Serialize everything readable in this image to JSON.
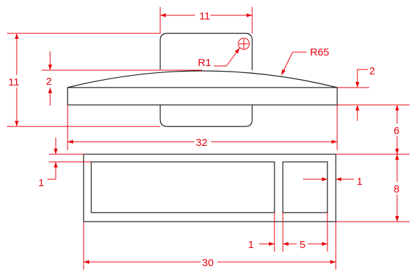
{
  "colors": {
    "dimension": "#e8000b",
    "outline": "#1a1a1a",
    "background": "#ffffff"
  },
  "labels": {
    "top_width": "11",
    "left_height": "11",
    "small_radius": "R1",
    "arc_radius": "R65",
    "crown_left": "2",
    "crown_right": "2",
    "total_width": "32",
    "lower_height_upper": "6",
    "lower_height": "8",
    "wall_left": "1",
    "wall_right": "1",
    "rib": "1",
    "slot_width": "5",
    "base_width": "30"
  }
}
